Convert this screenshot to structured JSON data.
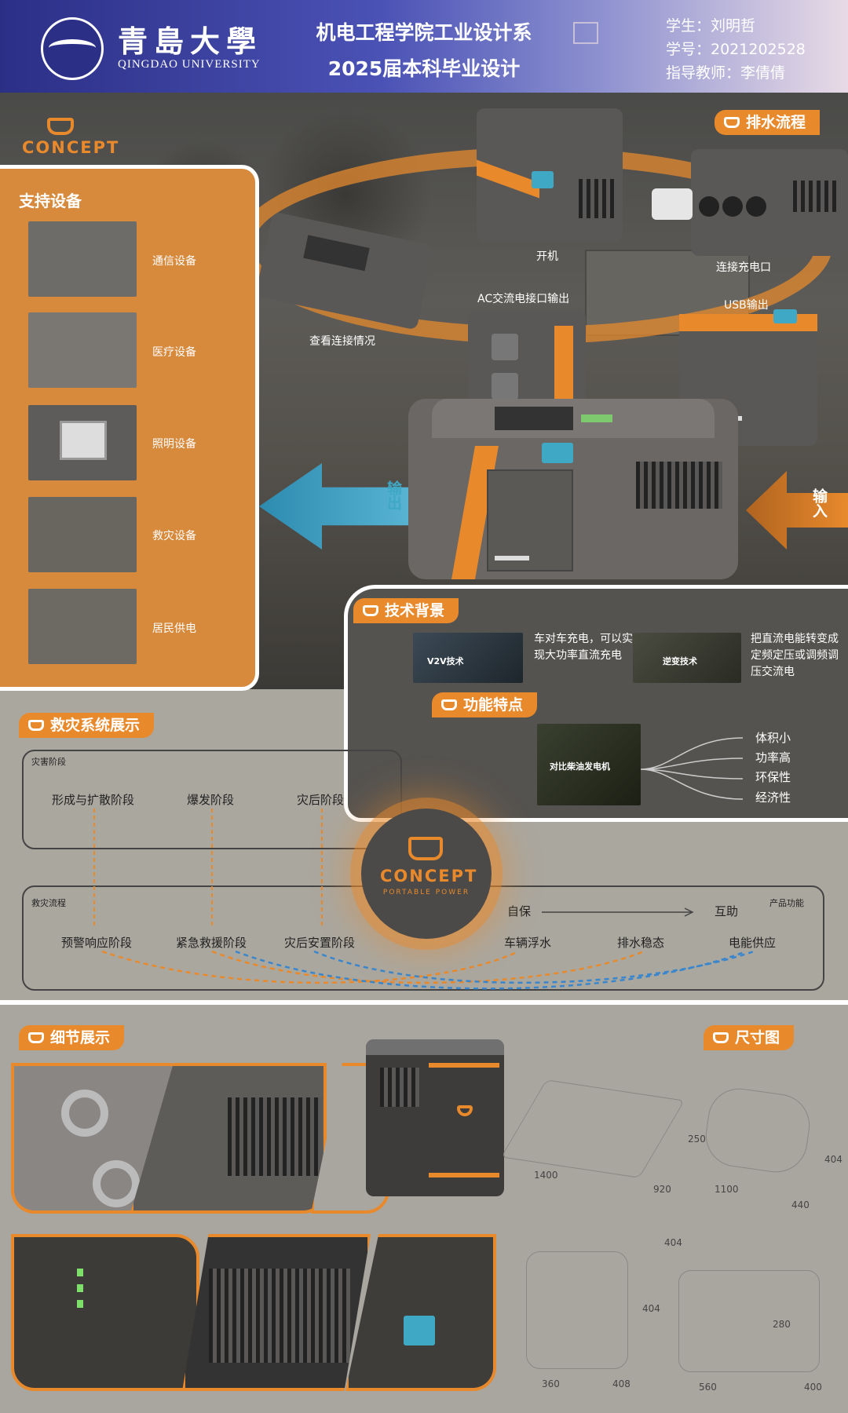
{
  "header": {
    "university_cn": "青島大學",
    "university_en": "QINGDAO UNIVERSITY",
    "title_line1": "机电工程学院工业设计系",
    "title_line2": "2025届本科毕业设计",
    "student": "学生：刘明哲",
    "student_id": "学号：2021202528",
    "advisor": "指导教师：李倩倩"
  },
  "brand": {
    "name": "CONCEPT",
    "sub": "PORTABLE POWER"
  },
  "colors": {
    "accent": "#e8892c",
    "teal": "#3fa8c4",
    "header": "#2c2f86"
  },
  "hero": {
    "drain_tag": "排水流程",
    "steps": [
      "开机",
      "连接充电口",
      "查看连接情况",
      "AC交流电接口输出",
      "USB输出"
    ],
    "output_label": "输出",
    "input_label": "输入"
  },
  "support": {
    "title": "支持设备",
    "items": [
      "通信设备",
      "医疗设备",
      "照明设备",
      "救灾设备",
      "居民供电"
    ]
  },
  "tech": {
    "tag": "技术背景",
    "v2v_img": "V2V技术",
    "v2v_text": "车对车充电，可以实现大功率直流充电",
    "inverter_img": "逆变技术",
    "inverter_text": "把直流电能转变成定频定压或调频调压交流电"
  },
  "features": {
    "tag": "功能特点",
    "img_label": "对比柴油发电机",
    "items": [
      "体积小",
      "功率高",
      "环保性",
      "经济性"
    ]
  },
  "rescue": {
    "tag": "救灾系统展示",
    "disaster_label": "灾害阶段",
    "disaster_stages": [
      "形成与扩散阶段",
      "爆发阶段",
      "灾后阶段"
    ],
    "flow_label": "救灾流程",
    "flow_stages": [
      "预警响应阶段",
      "紧急救援阶段",
      "灾后安置阶段"
    ],
    "func_label": "产品功能",
    "self": "自保",
    "mutual": "互助",
    "functions": [
      "车辆浮水",
      "排水稳态",
      "电能供应"
    ]
  },
  "detail": {
    "tag": "细节展示"
  },
  "size": {
    "tag": "尺寸图",
    "d1": [
      "1400",
      "920",
      "250"
    ],
    "d2": [
      "1100",
      "440",
      "404"
    ],
    "d3": [
      "360",
      "408",
      "404",
      "404"
    ],
    "d4": [
      "560",
      "400",
      "280"
    ]
  }
}
